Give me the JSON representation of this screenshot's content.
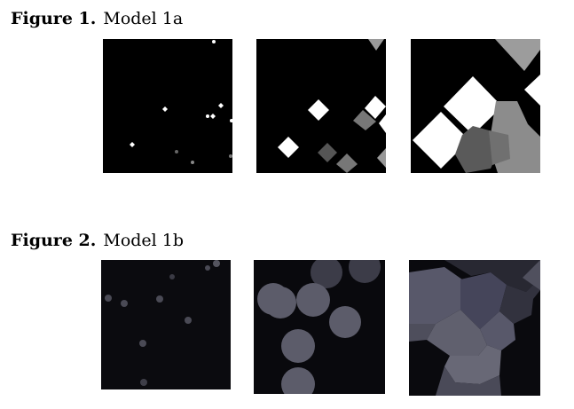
{
  "figures": [
    {
      "label": "Figure 1.",
      "title": "Model 1a"
    },
    {
      "label": "Figure 2.",
      "title": "Model 1b"
    }
  ]
}
